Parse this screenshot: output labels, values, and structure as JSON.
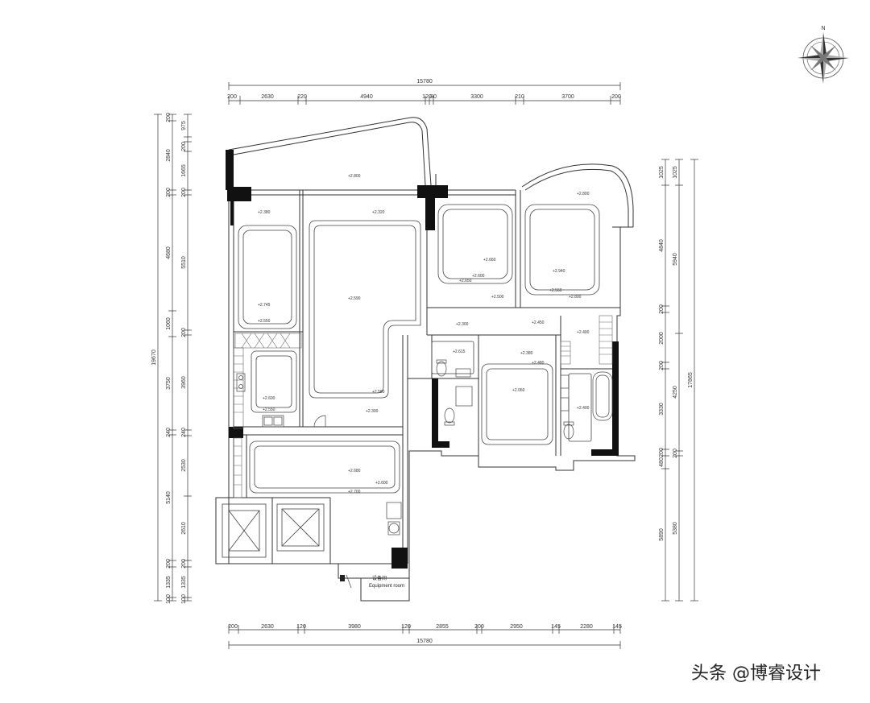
{
  "compass": {
    "label": "N"
  },
  "dims": {
    "top_total": "15780",
    "top_segments": [
      "200",
      "2630",
      "220",
      "4940",
      "120",
      "80",
      "3300",
      "210",
      "3700",
      "200"
    ],
    "bottom_segments": [
      "200",
      "2630",
      "120",
      "3980",
      "120",
      "2855",
      "200",
      "2950",
      "145",
      "2280",
      "145"
    ],
    "bottom_total": "15780",
    "left_total": "19670",
    "left_outer": [
      "200",
      "2840",
      "200",
      "4680",
      "1060",
      "3750",
      "240",
      "5140",
      "200",
      "1335",
      "100"
    ],
    "left_inner": [
      "975",
      "200",
      "1665",
      "200",
      "5510",
      "200",
      "3960",
      "240",
      "2530",
      "2610",
      "200",
      "1335",
      "100"
    ],
    "right_total": "17865",
    "right_outer": [
      "1025",
      "4840",
      "200",
      "2000",
      "200",
      "3330",
      "200",
      "480",
      "5890"
    ],
    "right_inner": [
      "1025",
      "5940",
      "4250",
      "200",
      "5380"
    ]
  },
  "levels": {
    "balcony1": "+2.800",
    "bed1": "+2.380",
    "living": "+2.320",
    "bed2": "+2.745",
    "bed2b": "+2.550",
    "dining": "+2.590",
    "dining_b": "+2.580",
    "kitchen": "+2.600",
    "kitchen_b": "+2.550",
    "hall": "+2.300",
    "lobby": "+2.680",
    "lobby_b": "+2.600",
    "lobby_c": "+2.700",
    "bed3": "+2.660",
    "bed3b": "+2.600",
    "bed3c": "+2.650",
    "bed4": "+2.940",
    "bed4b": "+2.560",
    "bed4c": "+2.800",
    "balcony2": "+2.800",
    "corr1": "+2.500",
    "corr2": "+2.300",
    "corr3": "+2.450",
    "bath1": "+2.615",
    "study": "+2.380",
    "study_b": "+2.060",
    "study_c": "+2.480",
    "bath2": "+2.400",
    "bath3": "+2.400"
  },
  "rooms": {
    "equipment_cn": "设备间",
    "equipment_en": "Equipment room"
  },
  "watermark": {
    "text": "头条 @博睿设计"
  }
}
